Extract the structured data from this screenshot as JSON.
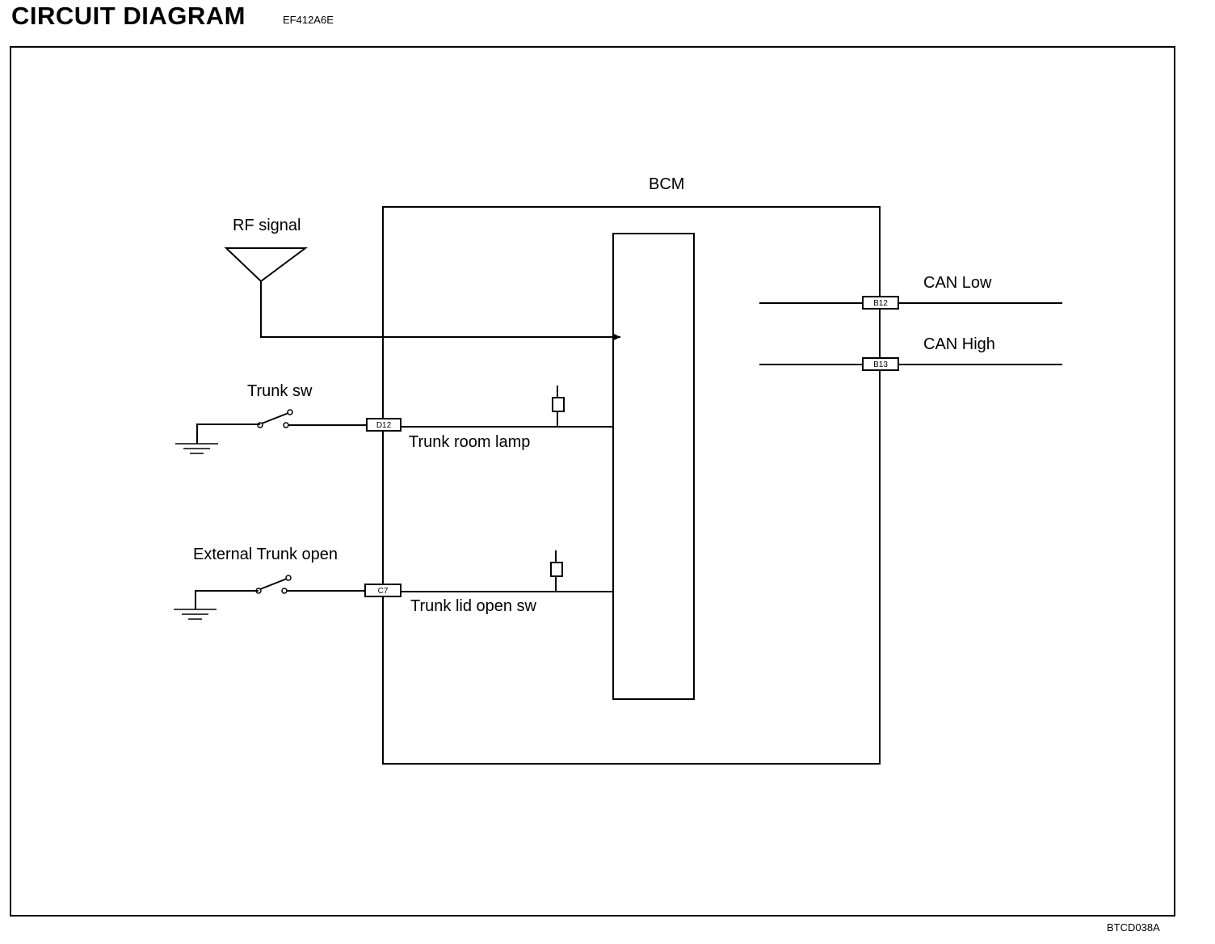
{
  "header": {
    "title": "CIRCUIT  DIAGRAM",
    "code": "EF412A6E"
  },
  "footer": {
    "figure_code": "BTCD038A"
  },
  "diagram": {
    "module": "BCM",
    "rf_label": "RF signal",
    "trunk_sw_label": "Trunk sw",
    "trunk_room_lamp_label": "Trunk room lamp",
    "ext_trunk_open_label": "External Trunk open",
    "trunk_lid_open_sw_label": "Trunk lid open sw",
    "can_low_label": "CAN Low",
    "can_high_label": "CAN High",
    "connectors": {
      "d12": "D12",
      "c7": "C7",
      "b12": "B12",
      "b13": "B13"
    }
  }
}
